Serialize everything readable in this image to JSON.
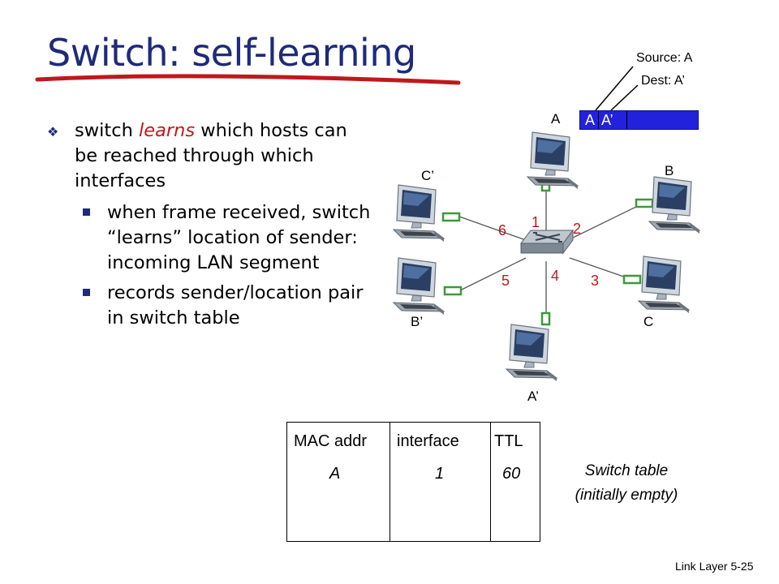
{
  "title": "Switch: self-learning",
  "bullets": {
    "main_pre": "switch ",
    "main_em": "learns",
    "main_post": " which hosts can be reached through which interfaces",
    "sub1": "when frame received, switch “learns”  location of sender: incoming LAN segment",
    "sub2": "records sender/location pair in switch table"
  },
  "frame": {
    "source_label": "Source: A",
    "dest_label": "Dest: A’",
    "field_src": "A",
    "field_dst": "A’"
  },
  "hosts": {
    "a": "A",
    "b": "B",
    "c": "C",
    "a_prime": "A’",
    "b_prime": "B’",
    "c_prime": "C’"
  },
  "ports": {
    "p1": "1",
    "p2": "2",
    "p3": "3",
    "p4": "4",
    "p5": "5",
    "p6": "6"
  },
  "table": {
    "headers": [
      "MAC addr",
      "interface",
      "TTL"
    ],
    "row": [
      "A",
      "1",
      "60"
    ],
    "note_line1": "Switch table",
    "note_line2": "(initially empty)"
  },
  "footer": "Link Layer  5-25",
  "colors": {
    "title": "#1f2a7a",
    "emphasis": "#c0181c",
    "frame": "#2222dd",
    "port": "#3a9a3a",
    "number": "#c0181c"
  }
}
